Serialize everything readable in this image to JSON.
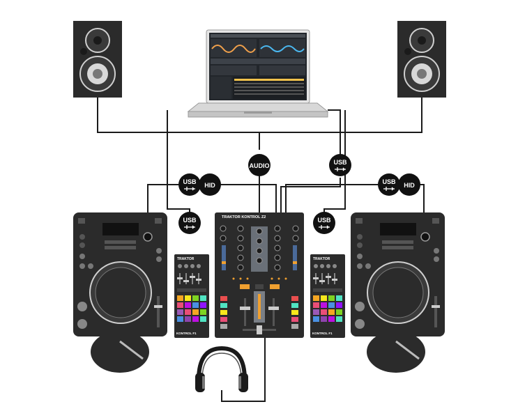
{
  "badges": {
    "audio": "AUDIO",
    "usb": "USB",
    "hid": "HID"
  },
  "devices": {
    "mixer_brand": "TRAKTOR KONTROL Z2",
    "f1_brand": "TRAKTOR",
    "f1_model": "KONTROL F1"
  },
  "icons": {
    "usb_symbol": "usb-trident-icon",
    "headphones": "headphones-icon",
    "speaker": "speaker-icon",
    "laptop": "laptop-icon"
  },
  "colors": {
    "device_body": "#2b2b2b",
    "device_dark": "#1a1a1a",
    "speaker_cone": "#3a3a3a",
    "badge": "#111111",
    "pad_colors": [
      "#f5a623",
      "#f8e71c",
      "#7ed321",
      "#e94e77",
      "#bd10e0",
      "#4a90e2",
      "#50e3c2",
      "#9013fe"
    ]
  }
}
